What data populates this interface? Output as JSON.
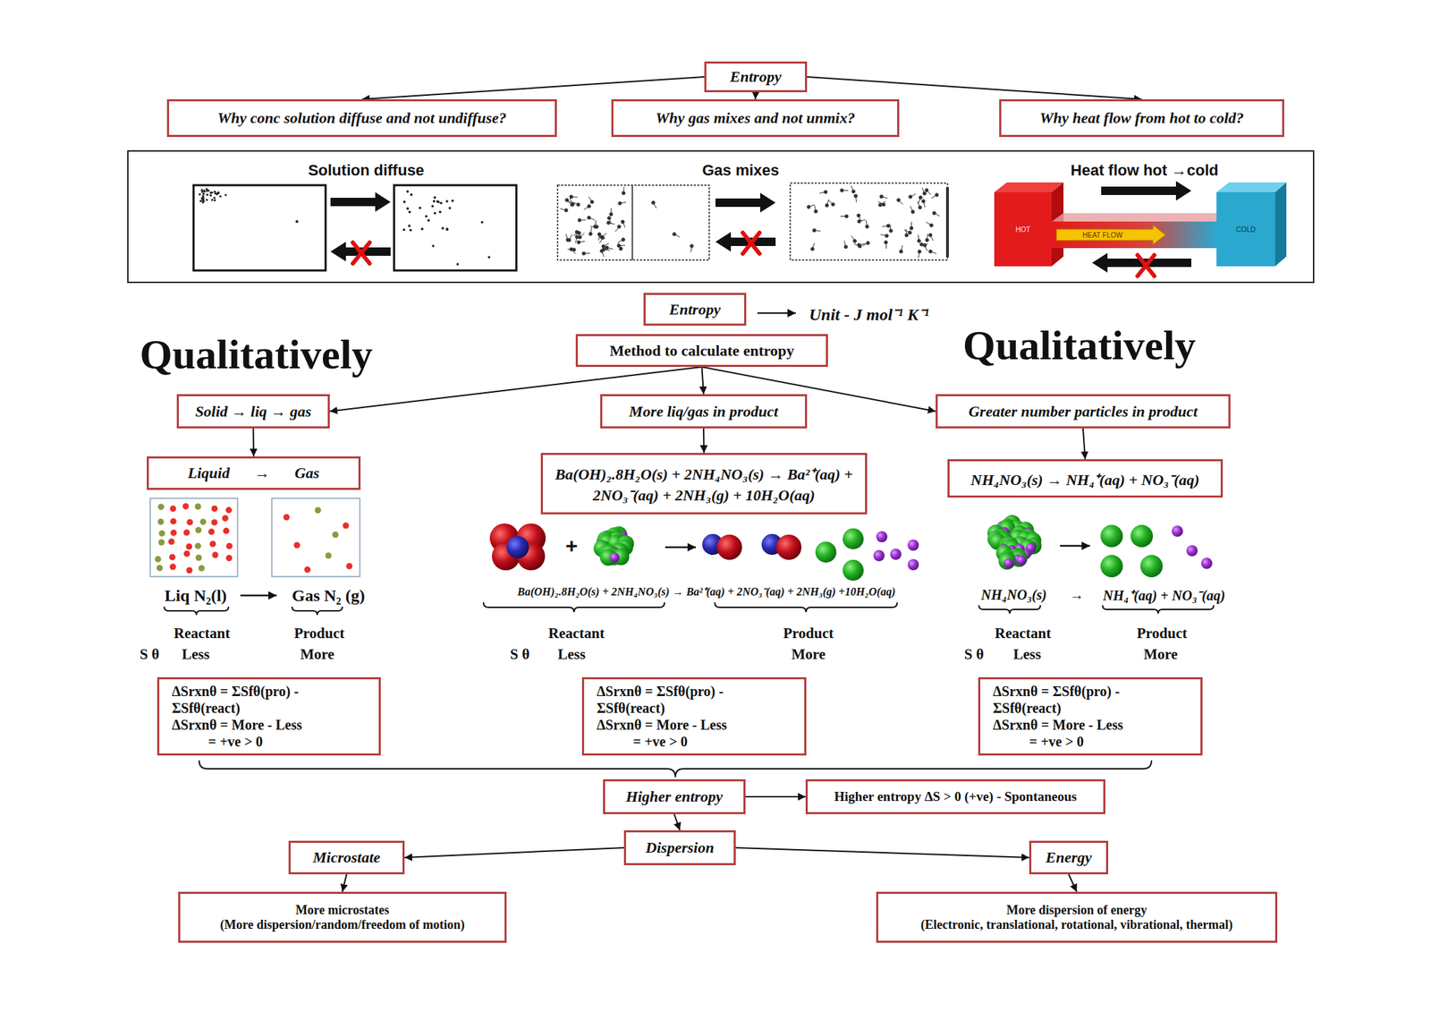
{
  "diagram": {
    "nodes": [
      {
        "text": [
          "Entropy"
        ]
      },
      {
        "text": [
          "Why conc solution diffuse and not undiffuse?"
        ]
      },
      {
        "text": [
          "Why gas mixes and not unmix?"
        ]
      },
      {
        "text": [
          "Why heat flow from hot to cold?"
        ]
      },
      {
        "text": [
          "Solution diffuse",
          "Gas mixes",
          "Heat flow hot →cold"
        ]
      },
      {
        "text": [
          "Entropy"
        ]
      },
      {
        "text": [
          "Method to calculate entropy"
        ]
      },
      {
        "text": [
          "Solid → liq → gas"
        ]
      },
      {
        "text": [
          "More liq/gas in product"
        ]
      },
      {
        "text": [
          "Greater number particles in product"
        ]
      },
      {
        "text": [
          "Liquid → Gas"
        ]
      },
      {
        "text": [
          "Ba(OH)₂.8H₂O(s) + 2NH₄NO₃(s) → Ba²⁺(aq) + 2NO₃⁻(aq) + 2NH₃(g) + 10H₂O(aq)"
        ]
      },
      {
        "text": [
          "NH₄NO₃(s) → NH₄⁺(aq) + NO₃⁻(aq)"
        ]
      },
      {
        "text": [
          "ΔSrxnθ = ΣSfθ(pro) - ΣSfθ(react)",
          "ΔSrxnθ = More - Less",
          "= +ve > 0"
        ]
      },
      {
        "text": [
          "ΔSrxnθ = ΣSfθ(pro) - ΣSfθ(react)",
          "ΔSrxnθ = More - Less",
          "= +ve > 0"
        ]
      },
      {
        "text": [
          "ΔSrxnθ = ΣSfθ(pro) - ΣSfθ(react)",
          "ΔSrxnθ = More - Less",
          "= +ve > 0"
        ]
      },
      {
        "text": [
          "Higher entropy"
        ]
      },
      {
        "text": [
          "Higher entropy ΔS > 0 (+ve) - Spontaneous"
        ]
      },
      {
        "text": [
          "Dispersion"
        ]
      },
      {
        "text": [
          "Microstate"
        ]
      },
      {
        "text": [
          "Energy"
        ]
      },
      {
        "text": [
          "More microstates",
          "(More dispersion/random/freedom of motion)"
        ]
      },
      {
        "text": [
          "More dispersion of energy",
          "(Electronic, translational, rotational, vibrational, thermal)"
        ]
      }
    ],
    "edges": [
      {
        "from": 0,
        "to": 1,
        "arrow": "to"
      },
      {
        "from": 0,
        "to": 2,
        "arrow": "to"
      },
      {
        "from": 0,
        "to": 3,
        "arrow": "to"
      },
      {
        "from": 6,
        "to": 7,
        "arrow": "to"
      },
      {
        "from": 6,
        "to": 8,
        "arrow": "to"
      },
      {
        "from": 6,
        "to": 9,
        "arrow": "to"
      },
      {
        "from": 7,
        "to": 10,
        "arrow": "to"
      },
      {
        "from": 8,
        "to": 11,
        "arrow": "to"
      },
      {
        "from": 9,
        "to": 12,
        "arrow": "to"
      },
      {
        "from": 16,
        "to": 17,
        "arrow": "to"
      },
      {
        "from": 16,
        "to": 18,
        "arrow": "to"
      },
      {
        "from": 18,
        "to": 19,
        "arrow": "to"
      },
      {
        "from": 18,
        "to": 20,
        "arrow": "to"
      },
      {
        "from": 19,
        "to": 21,
        "arrow": "to"
      },
      {
        "from": 20,
        "to": 22,
        "arrow": "to"
      }
    ],
    "labels": [
      "Unit - J mol⁻¹ K⁻¹",
      "Qualitatively",
      "Qualitatively",
      "HOT",
      "HEAT FLOW",
      "COLD",
      "Liq N₂(l)",
      "Gas N₂ (g)",
      "Reactant",
      "Product",
      "S θ",
      "Less",
      "More",
      "+",
      "Ba(OH)₂.8H₂O(s) + 2NH₄NO₃(s) → Ba²⁺(aq) + 2NO₃⁻(aq) + 2NH₃(g) +10H₂O(aq)",
      "Reactant",
      "Product",
      "S θ",
      "Less",
      "More",
      "NH₄NO₃(s)",
      "→",
      "NH₄⁺(aq) + NO₃⁻(aq)",
      "Reactant",
      "Product",
      "S θ",
      "Less",
      "More"
    ]
  }
}
